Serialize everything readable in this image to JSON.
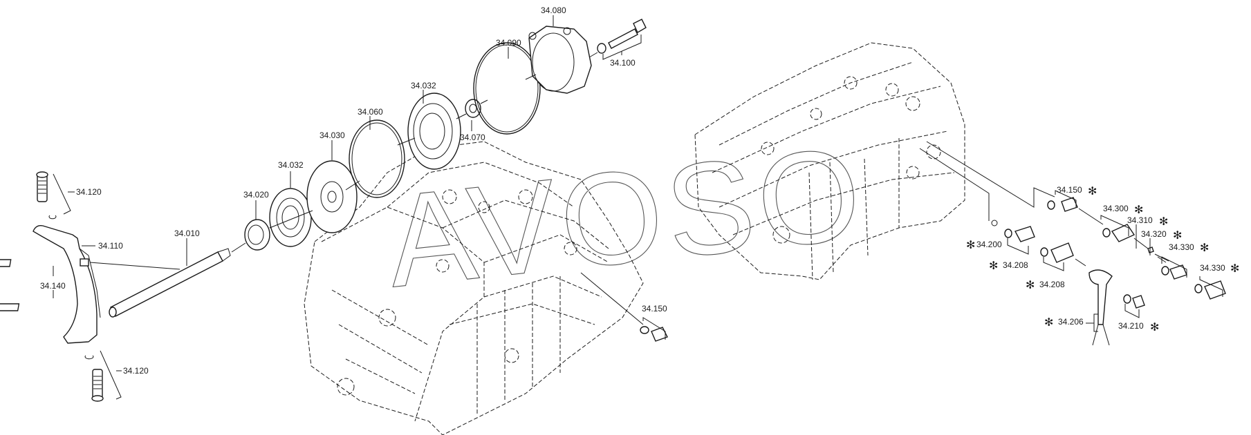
{
  "diagram": {
    "type": "exploded-parts-diagram",
    "subject": "transmission housing shift components",
    "watermark": "AVOSO",
    "note_symbol": "✻",
    "callouts": [
      {
        "id": "c1",
        "label": "34.010",
        "star": false,
        "star_side": "none"
      },
      {
        "id": "c2",
        "label": "34.020",
        "star": false,
        "star_side": "none"
      },
      {
        "id": "c3",
        "label": "34.032",
        "star": false,
        "star_side": "none"
      },
      {
        "id": "c4",
        "label": "34.030",
        "star": false,
        "star_side": "none"
      },
      {
        "id": "c5",
        "label": "34.060",
        "star": false,
        "star_side": "none"
      },
      {
        "id": "c6",
        "label": "34.032",
        "star": false,
        "star_side": "none"
      },
      {
        "id": "c7",
        "label": "34.070",
        "star": false,
        "star_side": "none"
      },
      {
        "id": "c8",
        "label": "34.090",
        "star": false,
        "star_side": "none"
      },
      {
        "id": "c9",
        "label": "34.080",
        "star": false,
        "star_side": "none"
      },
      {
        "id": "c10",
        "label": "34.100",
        "star": false,
        "star_side": "none"
      },
      {
        "id": "c11",
        "label": "34.120",
        "star": false,
        "star_side": "none"
      },
      {
        "id": "c12",
        "label": "34.110",
        "star": false,
        "star_side": "none"
      },
      {
        "id": "c13",
        "label": "34.140",
        "star": false,
        "star_side": "none"
      },
      {
        "id": "c14",
        "label": "34.120",
        "star": false,
        "star_side": "none"
      },
      {
        "id": "c15",
        "label": "34.150",
        "star": false,
        "star_side": "none"
      },
      {
        "id": "c16",
        "label": "34.150",
        "star": true,
        "star_side": "right"
      },
      {
        "id": "c17",
        "label": "34.300",
        "star": true,
        "star_side": "right"
      },
      {
        "id": "c18",
        "label": "34.310",
        "star": true,
        "star_side": "right"
      },
      {
        "id": "c19",
        "label": "34.320",
        "star": true,
        "star_side": "right"
      },
      {
        "id": "c20",
        "label": "34.330",
        "star": true,
        "star_side": "right"
      },
      {
        "id": "c21",
        "label": "34.330",
        "star": true,
        "star_side": "right"
      },
      {
        "id": "c22",
        "label": "34.200",
        "star": true,
        "star_side": "left"
      },
      {
        "id": "c23",
        "label": "34.208",
        "star": true,
        "star_side": "left"
      },
      {
        "id": "c24",
        "label": "34.208",
        "star": true,
        "star_side": "left"
      },
      {
        "id": "c25",
        "label": "34.206",
        "star": true,
        "star_side": "left"
      },
      {
        "id": "c26",
        "label": "34.210",
        "star": true,
        "star_side": "right"
      }
    ]
  }
}
